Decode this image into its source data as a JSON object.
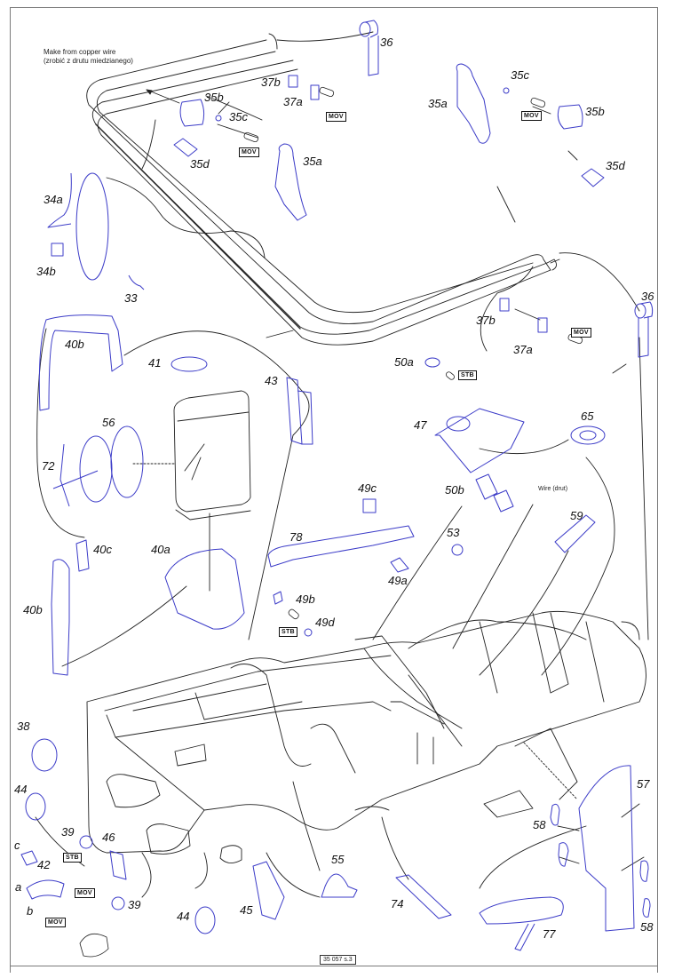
{
  "drawing": {
    "sheet_ref": "35 057 s.3",
    "note_copper_wire": [
      "Make from copper wire",
      "(zrobić z drutu miedzianego)"
    ],
    "note_wire": "Wire (drut)",
    "colors": {
      "part_highlight": "#3c3cc8",
      "line": "#222222",
      "frame": "#7a7a7a"
    }
  },
  "tags": {
    "mov": "MOV",
    "stb": "STB"
  },
  "parts": {
    "p36_top": "36",
    "p37b_top": "37b",
    "p37a_top": "37a",
    "p35b_left": "35b",
    "p35c_left": "35c",
    "p35d_left": "35d",
    "p35a_left": "35a",
    "p35c_right": "35c",
    "p35a_right": "35a",
    "p35b_right": "35b",
    "p35d_right": "35d",
    "p34a": "34a",
    "p34b": "34b",
    "p33": "33",
    "p36_mid": "36",
    "p37b_mid": "37b",
    "p37a_mid": "37a",
    "p40b_top": "40b",
    "p41": "41",
    "p43": "43",
    "p50a": "50a",
    "p47": "47",
    "p65": "65",
    "p56": "56",
    "p72": "72",
    "p49c": "49c",
    "p50b": "50b",
    "p59": "59",
    "p78": "78",
    "p53": "53",
    "p40c": "40c",
    "p40a": "40a",
    "p49a": "49a",
    "p49b": "49b",
    "p49d": "49d",
    "p40b_bottom": "40b",
    "p38": "38",
    "p44_left": "44",
    "p39_top": "39",
    "p46": "46",
    "p42c": "c",
    "p42": "42",
    "p42a": "a",
    "p42b": "b",
    "p39_bottom": "39",
    "p44_bottom": "44",
    "p45": "45",
    "p55": "55",
    "p74": "74",
    "p57": "57",
    "p58_left": "58",
    "p58_right": "58",
    "p77": "77"
  }
}
